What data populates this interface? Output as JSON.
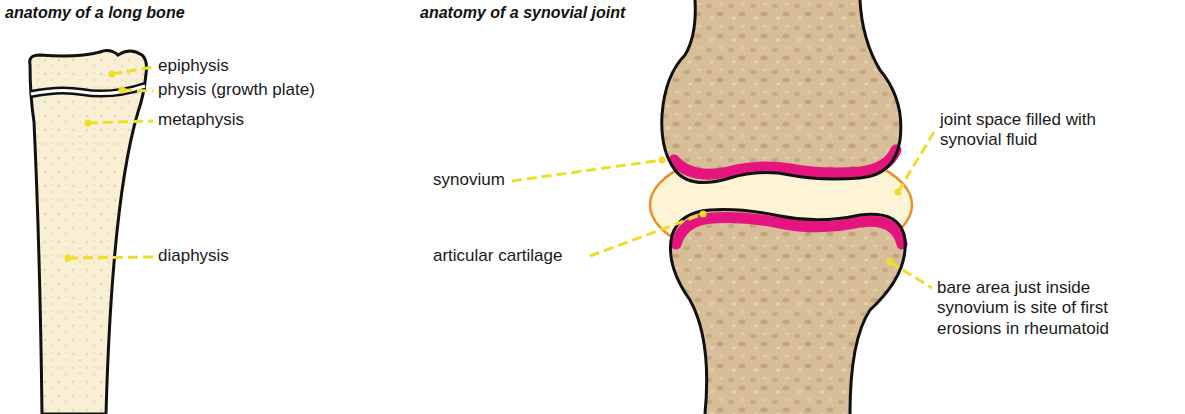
{
  "diagram": {
    "labels": [
      "anatomy of a long bone",
      "epiphysis",
      "physis (growth plate)",
      "metaphysis",
      "diaphysis",
      "anatomy of a synovial joint",
      "synovium",
      "articular cartilage",
      "joint space filled with synovial fluid",
      "bare area just inside synovium is site of first erosions in rheumatoid"
    ]
  }
}
